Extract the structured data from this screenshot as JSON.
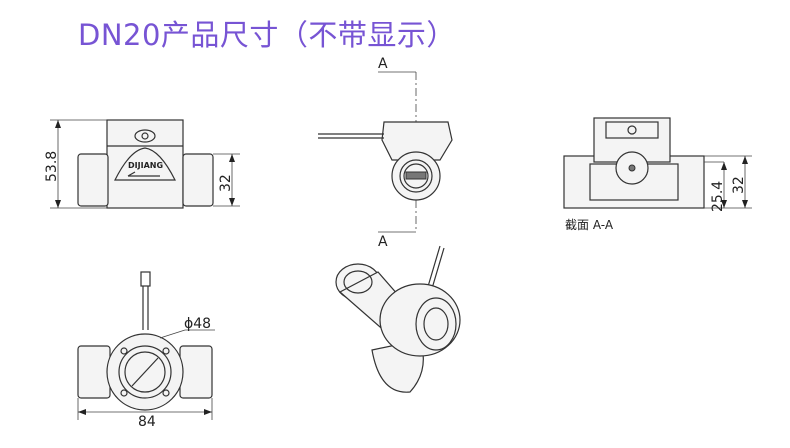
{
  "title": "DN20产品尺寸（不带显示）",
  "front_view": {
    "logo_text": "DIJIANG",
    "height_dim": "53.8",
    "pipe_dim": "32"
  },
  "side_view": {
    "section_mark_top": "A",
    "section_mark_bottom": "A"
  },
  "section_view": {
    "caption": "截面  A-A",
    "inner_dim": "25.4",
    "outer_dim": "32"
  },
  "top_view": {
    "diameter_dim": "ϕ48",
    "length_dim": "84"
  },
  "colors": {
    "title": "#7754d4"
  }
}
